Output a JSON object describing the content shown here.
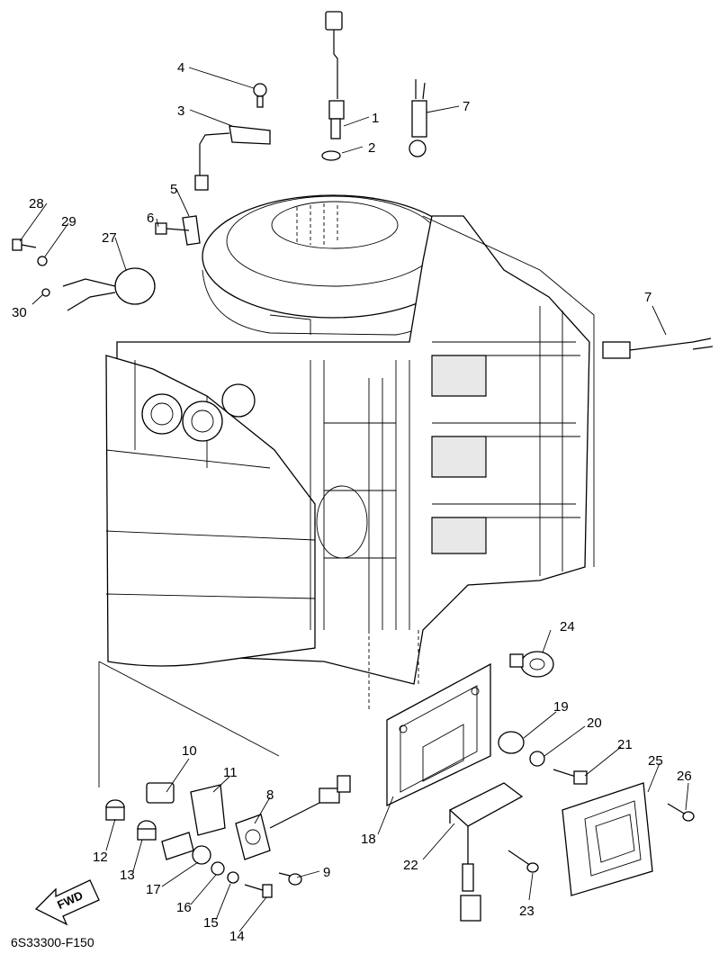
{
  "figure_code": "6S33300-F150",
  "fwd_label": "FWD",
  "callouts": {
    "c1": "1",
    "c2": "2",
    "c3": "3",
    "c4": "4",
    "c5": "5",
    "c6": "6",
    "c7a": "7",
    "c7b": "7",
    "c8": "8",
    "c9": "9",
    "c10": "10",
    "c11": "11",
    "c12": "12",
    "c13": "13",
    "c14": "14",
    "c15": "15",
    "c16": "16",
    "c17": "17",
    "c18": "18",
    "c19": "19",
    "c20": "20",
    "c21": "21",
    "c22": "22",
    "c23": "23",
    "c24": "24",
    "c25": "25",
    "c26": "26",
    "c27": "27",
    "c28": "28",
    "c29": "29",
    "c30": "30"
  }
}
